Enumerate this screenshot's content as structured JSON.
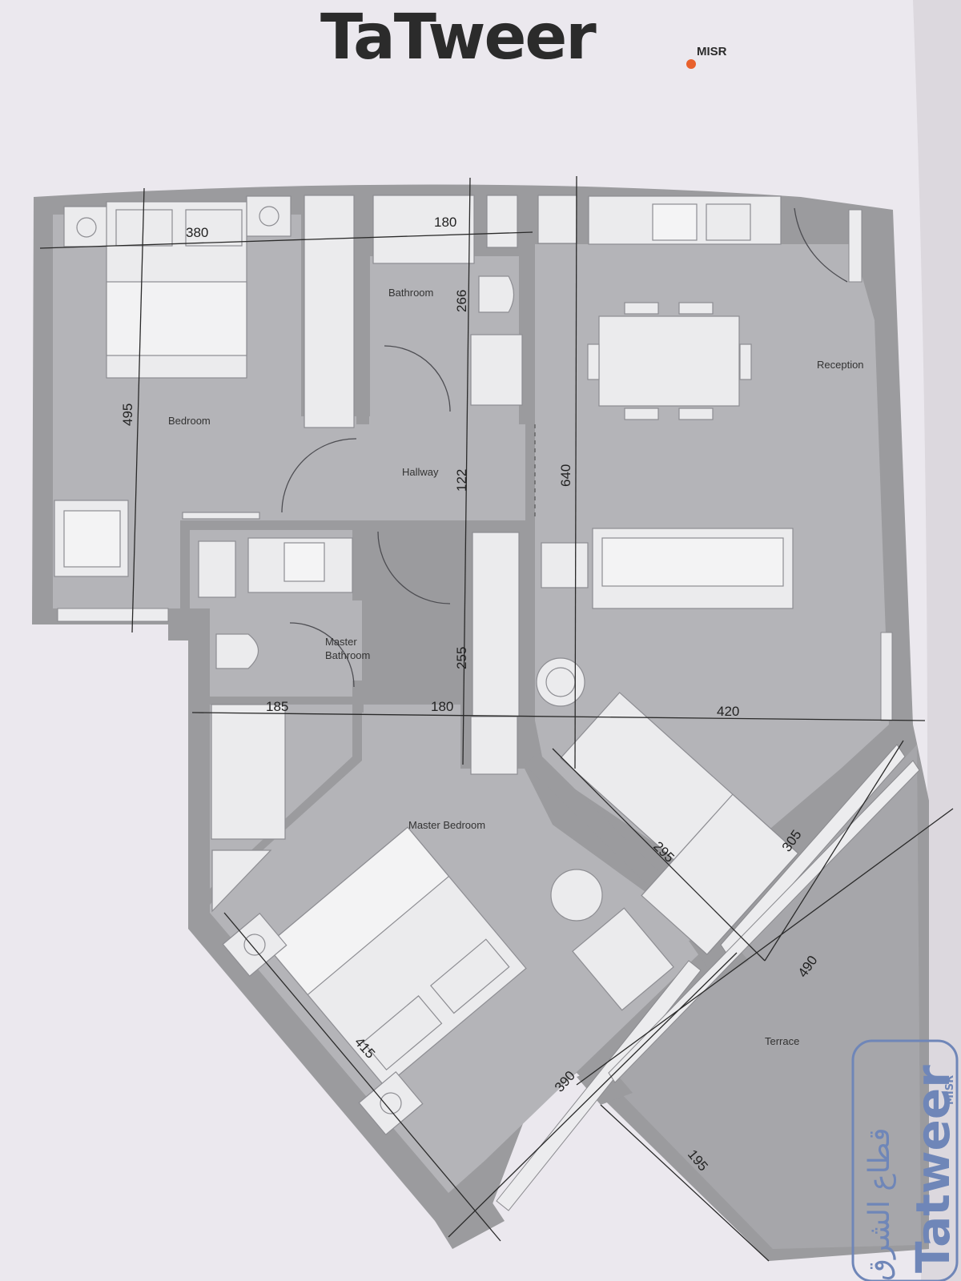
{
  "brand": {
    "name": "TaTweer",
    "sub": "MISR",
    "accent_color": "#e8602c"
  },
  "rooms": {
    "bedroom": "Bedroom",
    "bathroom": "Bathroom",
    "hallway": "Hallway",
    "master_bathroom_line1": "Master",
    "master_bathroom_line2": "Bathroom",
    "master_bedroom": "Master Bedroom",
    "reception": "Reception",
    "terrace": "Terrace"
  },
  "dimensions": {
    "bedroom_width": "380",
    "bathroom_width": "180",
    "bathroom_depth": "266",
    "bedroom_depth": "495",
    "hallway_depth": "122",
    "reception_depth": "640",
    "master_bath_depth": "255",
    "master_bath_width": "185",
    "hallway_width": "180",
    "reception_width": "420",
    "reception_corner_a": "295",
    "reception_corner_b": "305",
    "terrace_length": "490",
    "master_bedroom_bed_wall": "415",
    "master_bedroom_window": "390",
    "terrace_depth": "195"
  },
  "stamp": {
    "arabic": "قطاع الشرق",
    "brand": "Tatweer",
    "sub": "MISR"
  },
  "colors": {
    "wall": "#9b9b9e",
    "floor": "#b4b4b8",
    "furniture": "#ebebed",
    "paper": "#ebe8ee"
  }
}
